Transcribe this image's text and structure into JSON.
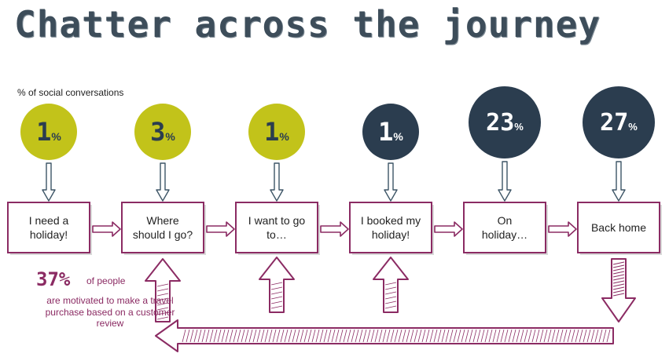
{
  "title": "Chatter across the journey",
  "subtitle": "% of social conversations",
  "colors": {
    "lime": "#c2c31a",
    "navy": "#2b3d4f",
    "box_border": "#8b2b63",
    "arrow_down": "#3d5566",
    "stat_text": "#8b2b63"
  },
  "stages": [
    {
      "value": "1",
      "unit": "%",
      "label": [
        "I need a",
        "holiday!"
      ],
      "circle": "lime"
    },
    {
      "value": "3",
      "unit": "%",
      "label": [
        "Where",
        "should I go?"
      ],
      "circle": "lime"
    },
    {
      "value": "1",
      "unit": "%",
      "label": [
        "I want to go",
        "to…"
      ],
      "circle": "lime"
    },
    {
      "value": "1",
      "unit": "%",
      "label": [
        "I booked my",
        "holiday!"
      ],
      "circle": "navy"
    },
    {
      "value": "23",
      "unit": "%",
      "label": [
        "On",
        "holiday…"
      ],
      "circle": "navy"
    },
    {
      "value": "27",
      "unit": "%",
      "label": [
        "Back home"
      ],
      "circle": "navy"
    }
  ],
  "stat": {
    "number": "37%",
    "lead": "of people",
    "rest": "are motivated to make a travel purchase based on a customer review"
  }
}
